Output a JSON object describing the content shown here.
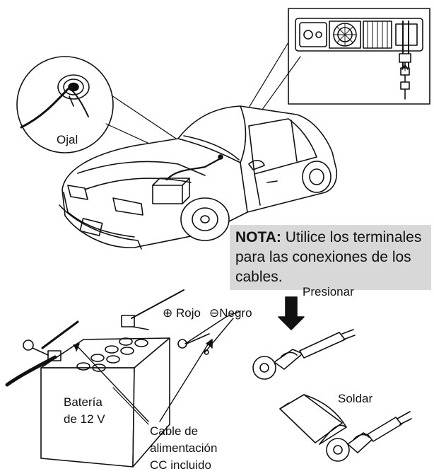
{
  "labels": {
    "ojal": "Ojal",
    "nota_title": "NOTA:",
    "nota_body": "Utilice los terminales para las conexiones de los cables.",
    "rojo_symbol": "⊕",
    "rojo": "Rojo",
    "negro_symbol": "⊖",
    "negro": "Negro",
    "presionar": "Presionar",
    "soldar": "Soldar",
    "bateria_line1": "Batería",
    "bateria_line2": "de 12 V",
    "cable_line1": "Cable de",
    "cable_line2": "alimentación",
    "cable_line3": "CC incluido"
  },
  "colors": {
    "ink": "#111111",
    "note_background": "#d8d8d8",
    "paper": "#ffffff"
  },
  "icons": {
    "car": "car-illustration",
    "battery": "battery-illustration",
    "grommet": "grommet-detail",
    "transceiver": "transceiver-rear-panel",
    "crimp": "ring-terminal-crimp",
    "solder": "ring-terminal-solder",
    "arrow": "press-down-arrow"
  }
}
